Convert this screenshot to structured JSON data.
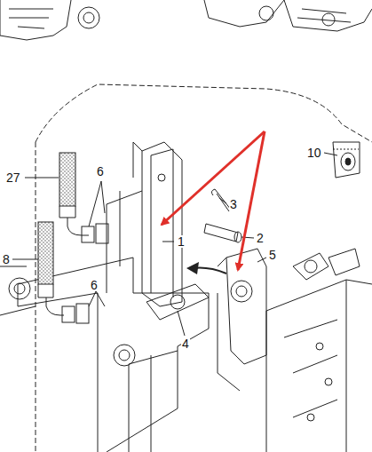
{
  "diagram": {
    "labels": [
      "27",
      "6",
      "3",
      "1",
      "2",
      "5",
      "10",
      "8",
      "6",
      "4"
    ]
  }
}
